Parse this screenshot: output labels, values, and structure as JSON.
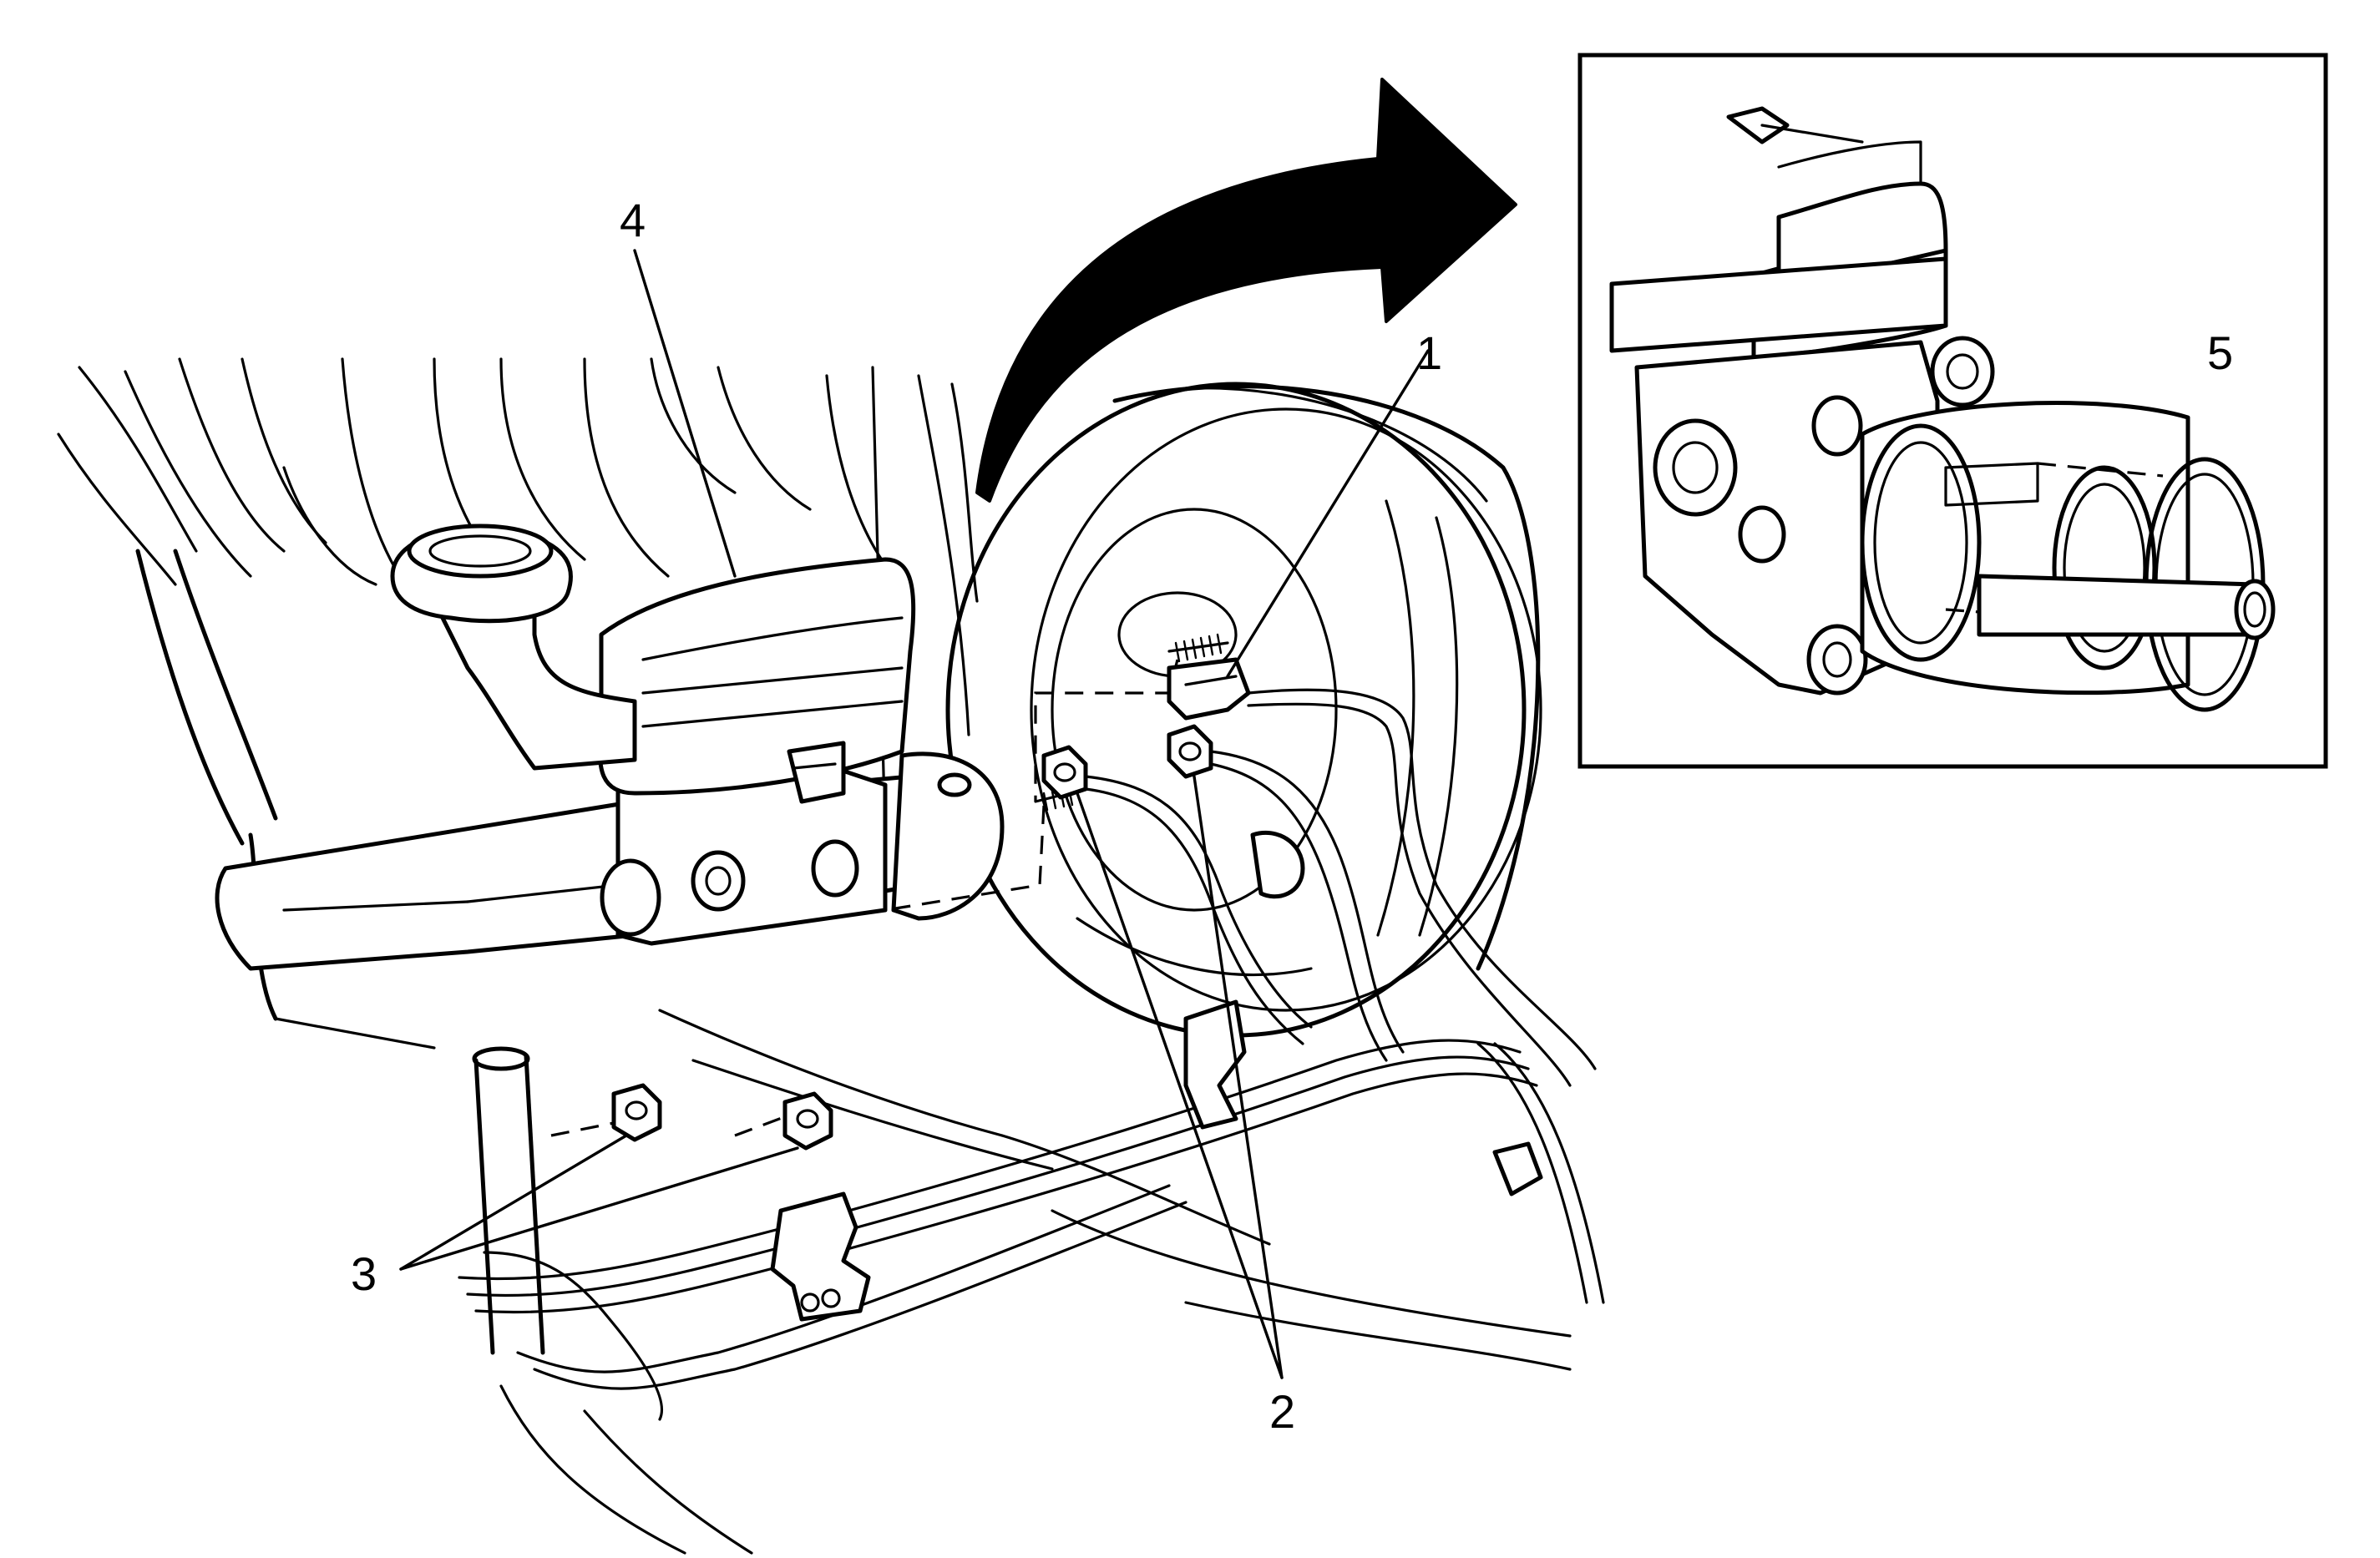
{
  "callouts": {
    "c1": "1",
    "c2": "2",
    "c3": "3",
    "c4": "4",
    "c5": "5"
  },
  "inset": {
    "description_hidden": ""
  }
}
